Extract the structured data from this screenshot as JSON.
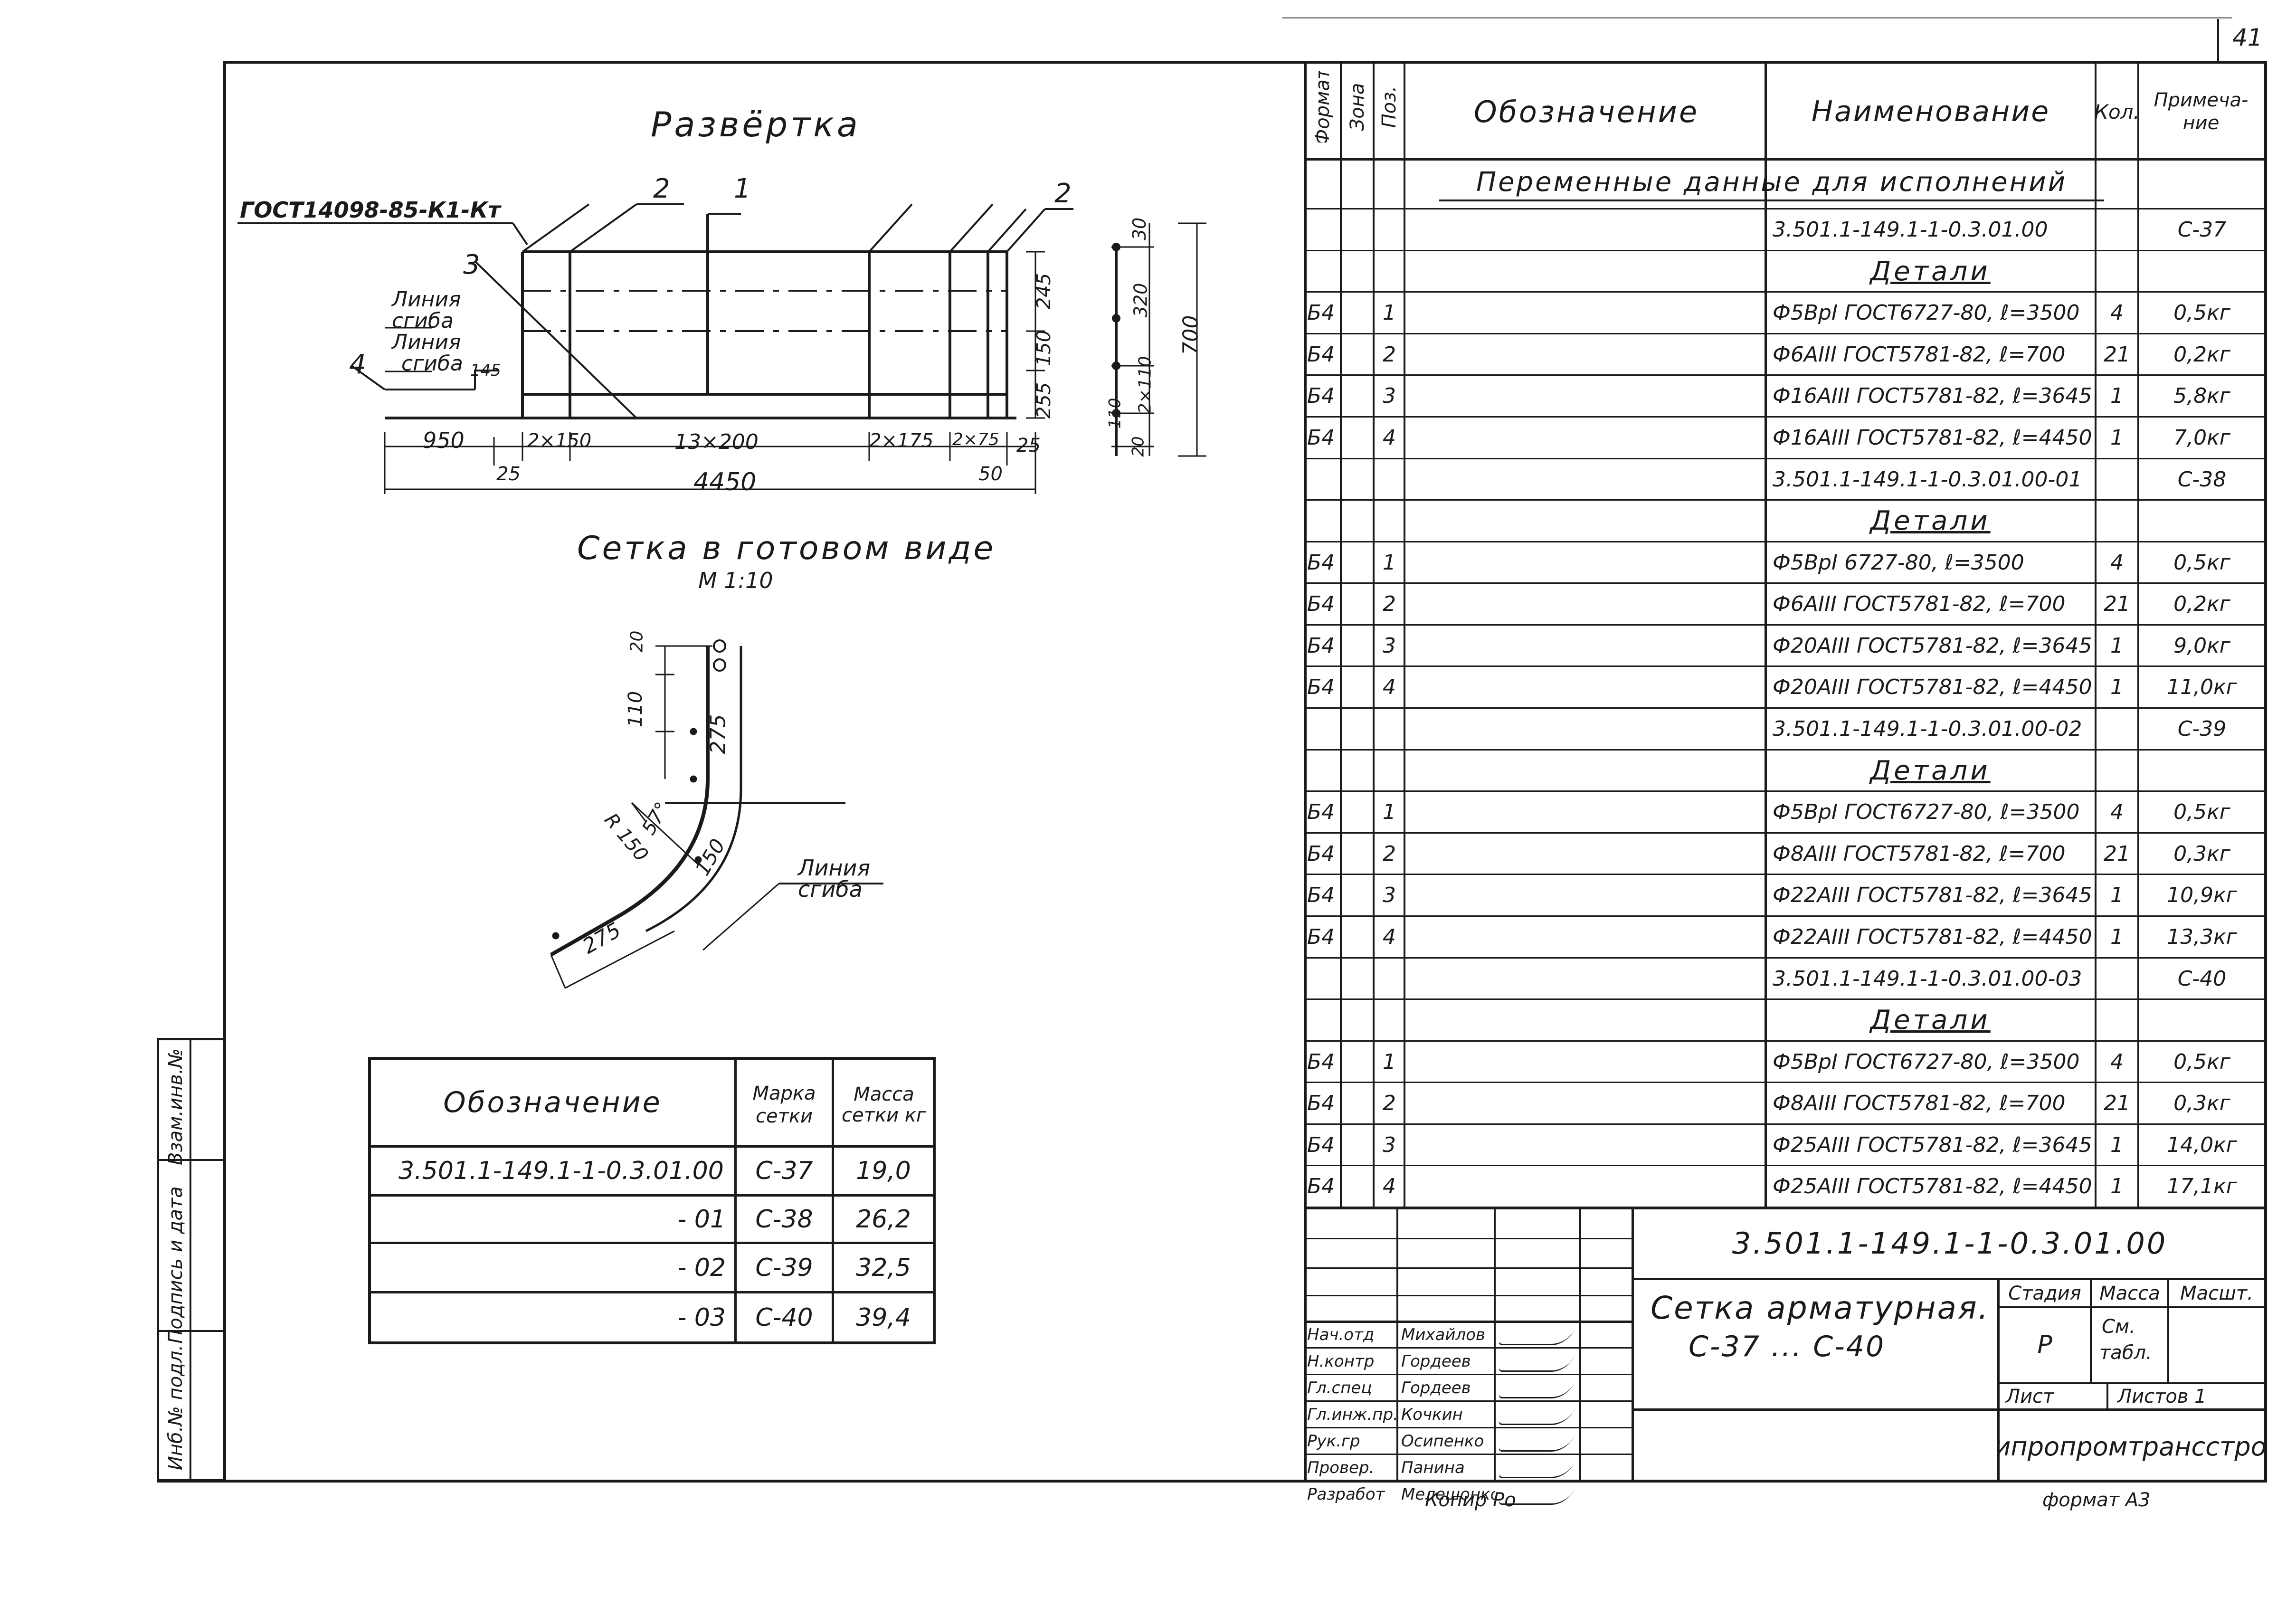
{
  "sheet_number": "41",
  "format_label": "формат А3",
  "copy_label": "Копир Ро",
  "left_margin": {
    "inv_subst": "Взам.инв.№",
    "sign_date": "Подпись и дата",
    "inv_orig": "Инб.№ подл."
  },
  "razvertka": {
    "title": "Развёртка",
    "gost_label": "ГОСТ14098-85-К1-Кт",
    "pos_1": "1",
    "pos_2a": "2",
    "pos_2b": "2",
    "pos_3": "3",
    "pos_4": "4",
    "bend_line_1a": "Линия",
    "bend_line_1b": "сгиба",
    "bend_line_2a": "Линия",
    "bend_line_2b": "сгиба",
    "dim_145": "145",
    "dim_950": "950",
    "dim_2x150": "2×150",
    "dim_13x200": "13×200",
    "dim_2x175": "2×175",
    "dim_2x75": "2×75",
    "dim_25r": "25",
    "dim_25l": "25",
    "dim_4450": "4450",
    "dim_50": "50",
    "dim_245": "245",
    "dim_150v": "150",
    "dim_255": "255",
    "side_30": "30",
    "side_320": "320",
    "side_2x110": "2×110",
    "side_110": "110",
    "side_20": "20",
    "side_700": "700"
  },
  "finished": {
    "title": "Сетка в готовом виде",
    "scale": "М 1:10",
    "dim_20": "20",
    "dim_110": "110",
    "dim_275a": "275",
    "dim_57": "57°",
    "dim_R150": "R 150",
    "dim_150": "150",
    "dim_275b": "275",
    "bend_a": "Линия",
    "bend_b": "сгиба"
  },
  "mass_table": {
    "header_desig": "Обозначение",
    "header_mark": "Марка сетки",
    "header_mass": "Масса сетки кг",
    "rows": [
      {
        "desig": "3.501.1-149.1-1-0.3.01.00",
        "mark": "С-37",
        "mass": "19,0"
      },
      {
        "desig": "- 01",
        "mark": "С-38",
        "mass": "26,2"
      },
      {
        "desig": "- 02",
        "mark": "С-39",
        "mass": "32,5"
      },
      {
        "desig": "- 03",
        "mark": "С-40",
        "mass": "39,4"
      }
    ]
  },
  "spec": {
    "headers": {
      "format": "Формат",
      "zone": "Зона",
      "pos": "Поз.",
      "desig": "Обозначение",
      "name": "Наименование",
      "qty": "Кол.",
      "note": "Примеча-ние"
    },
    "subtitle": "Переменные данные для исполнений",
    "rows": [
      {
        "f": "",
        "p": "",
        "name": "3.501.1-149.1-1-0.3.01.00",
        "q": "",
        "n": "С-37"
      },
      {
        "f": "",
        "p": "",
        "name": "Детали",
        "q": "",
        "n": "",
        "heading": true
      },
      {
        "f": "Б4",
        "p": "1",
        "name": "Ф5ВрI ГОСТ6727-80, ℓ=3500",
        "q": "4",
        "n": "0,5кг"
      },
      {
        "f": "Б4",
        "p": "2",
        "name": "Ф6АIII ГОСТ5781-82, ℓ=700",
        "q": "21",
        "n": "0,2кг"
      },
      {
        "f": "Б4",
        "p": "3",
        "name": "Ф16АIII ГОСТ5781-82, ℓ=3645",
        "q": "1",
        "n": "5,8кг"
      },
      {
        "f": "Б4",
        "p": "4",
        "name": "Ф16АIII ГОСТ5781-82, ℓ=4450",
        "q": "1",
        "n": "7,0кг"
      },
      {
        "f": "",
        "p": "",
        "name": "3.501.1-149.1-1-0.3.01.00-01",
        "q": "",
        "n": "С-38"
      },
      {
        "f": "",
        "p": "",
        "name": "Детали",
        "q": "",
        "n": "",
        "heading": true
      },
      {
        "f": "Б4",
        "p": "1",
        "name": "Ф5ВрI 6727-80, ℓ=3500",
        "q": "4",
        "n": "0,5кг"
      },
      {
        "f": "Б4",
        "p": "2",
        "name": "Ф6АIII ГОСТ5781-82, ℓ=700",
        "q": "21",
        "n": "0,2кг"
      },
      {
        "f": "Б4",
        "p": "3",
        "name": "Ф20АIII ГОСТ5781-82, ℓ=3645",
        "q": "1",
        "n": "9,0кг"
      },
      {
        "f": "Б4",
        "p": "4",
        "name": "Ф20АIII ГОСТ5781-82, ℓ=4450",
        "q": "1",
        "n": "11,0кг"
      },
      {
        "f": "",
        "p": "",
        "name": "3.501.1-149.1-1-0.3.01.00-02",
        "q": "",
        "n": "С-39"
      },
      {
        "f": "",
        "p": "",
        "name": "Детали",
        "q": "",
        "n": "",
        "heading": true
      },
      {
        "f": "Б4",
        "p": "1",
        "name": "Ф5ВрI ГОСТ6727-80, ℓ=3500",
        "q": "4",
        "n": "0,5кг"
      },
      {
        "f": "Б4",
        "p": "2",
        "name": "Ф8АIII ГОСТ5781-82, ℓ=700",
        "q": "21",
        "n": "0,3кг"
      },
      {
        "f": "Б4",
        "p": "3",
        "name": "Ф22АIII ГОСТ5781-82, ℓ=3645",
        "q": "1",
        "n": "10,9кг"
      },
      {
        "f": "Б4",
        "p": "4",
        "name": "Ф22АIII ГОСТ5781-82, ℓ=4450",
        "q": "1",
        "n": "13,3кг"
      },
      {
        "f": "",
        "p": "",
        "name": "3.501.1-149.1-1-0.3.01.00-03",
        "q": "",
        "n": "С-40"
      },
      {
        "f": "",
        "p": "",
        "name": "Детали",
        "q": "",
        "n": "",
        "heading": true
      },
      {
        "f": "Б4",
        "p": "1",
        "name": "Ф5ВрI ГОСТ6727-80, ℓ=3500",
        "q": "4",
        "n": "0,5кг"
      },
      {
        "f": "Б4",
        "p": "2",
        "name": "Ф8АIII ГОСТ5781-82, ℓ=700",
        "q": "21",
        "n": "0,3кг"
      },
      {
        "f": "Б4",
        "p": "3",
        "name": "Ф25АIII ГОСТ5781-82, ℓ=3645",
        "q": "1",
        "n": "14,0кг"
      },
      {
        "f": "Б4",
        "p": "4",
        "name": "Ф25АIII ГОСТ5781-82, ℓ=4450",
        "q": "1",
        "n": "17,1кг"
      }
    ]
  },
  "title_block": {
    "code": "3.501.1-149.1-1-0.3.01.00",
    "name_line1": "Сетка арматурная.",
    "name_line2": "С-37 ... С-40",
    "stage_label": "Стадия",
    "mass_label": "Масса",
    "scale_label": "Масшт.",
    "stage_value": "Р",
    "mass_value_1": "См.",
    "mass_value_2": "табл.",
    "sheet_label": "Лист",
    "sheets_label": "Листов 1",
    "org": "Гипропромтрансстрой",
    "people": [
      {
        "role": "Нач.отд",
        "name": "Михайлов"
      },
      {
        "role": "Н.контр",
        "name": "Гордеев"
      },
      {
        "role": "Гл.спец",
        "name": "Гордеев"
      },
      {
        "role": "Гл.инж.пр.",
        "name": "Кочкин"
      },
      {
        "role": "Рук.гр",
        "name": "Осипенко"
      },
      {
        "role": "Провер.",
        "name": "Панина"
      },
      {
        "role": "Разработ",
        "name": "Мелешонкова"
      }
    ]
  }
}
